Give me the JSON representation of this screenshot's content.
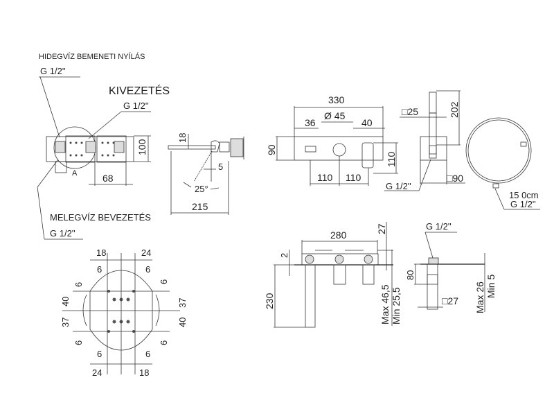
{
  "labels": {
    "cold_inlet": "HIDEGVÍZ BEMENETI NYÍLÁS",
    "cold_inlet_thread": "G 1/2''",
    "outlet": "KIVEZETÉS",
    "outlet_thread": "G 1/2''",
    "hot_inlet": "MELEGVÍZ BEVEZETÉS",
    "hot_inlet_thread": "G 1/2''",
    "detail_mark": "A"
  },
  "front_assembly": {
    "height": "100",
    "spacing": "68"
  },
  "spout_side": {
    "offset": "18",
    "gap": "5",
    "angle": "25°",
    "length": "215"
  },
  "front_view": {
    "width": "330",
    "diameter": "Ø 45",
    "left": "36",
    "right": "40",
    "height": "90",
    "handle_height": "110",
    "spacing_left": "110",
    "spacing_right": "110"
  },
  "hand_shower": {
    "square": "□25",
    "height": "202",
    "base": "□90",
    "thread": "G 1/2''"
  },
  "hose": {
    "length": "15 0cm",
    "thread": "G 1/2''"
  },
  "top_section": {
    "width": "280",
    "top": "27",
    "offset": "2",
    "depth": "230",
    "max": "Max 46,5",
    "min": "Min 25,5"
  },
  "side_section": {
    "thread": "G 1/2''",
    "height": "80",
    "square": "□27",
    "max": "Max 26",
    "min": "Min 5"
  },
  "plate": {
    "top_left": "18",
    "top_right": "24",
    "top_6a": "6",
    "top_6b": "6",
    "side_6a": "6",
    "side_6b": "6",
    "left_40": "40",
    "left_37": "37",
    "right_37": "37",
    "right_40": "40",
    "bot_6a": "6",
    "bot_6b": "6",
    "low_6a": "6",
    "low_6b": "6",
    "bottom_left": "24",
    "bottom_right": "18"
  }
}
